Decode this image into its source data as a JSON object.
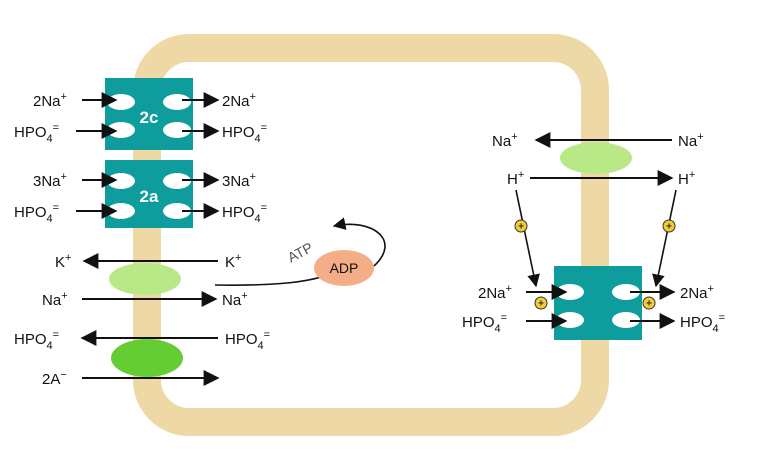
{
  "colors": {
    "membrane": "#EED9A6",
    "transporter": "#0E9C9C",
    "channel_light": "#B8E986",
    "channel_dark": "#66CC33",
    "adp_fill": "#F4AE87",
    "charge_fill": "#F2CC33"
  },
  "transporters": {
    "t2c": {
      "label": "2c",
      "left_in_1": "2Na",
      "left_in_2": "HPO",
      "right_out_1": "2Na",
      "right_out_2": "HPO"
    },
    "t2a": {
      "label": "2a",
      "left_in_1": "3Na",
      "left_in_2": "HPO",
      "right_out_1": "3Na",
      "right_out_2": "HPO"
    },
    "right": {
      "left_1": "2Na",
      "left_2": "HPO",
      "right_1": "2Na",
      "right_2": "HPO"
    }
  },
  "pump": {
    "k_out": "K",
    "k_in": "K",
    "na_in": "Na",
    "na_out": "Na",
    "atp": "ATP",
    "adp": "ADP"
  },
  "hpo_channel": {
    "left": "HPO",
    "right": "HPO"
  },
  "anion": {
    "label": "2A"
  },
  "exchanger": {
    "na_left": "Na",
    "na_right": "Na",
    "h_left": "H",
    "h_right": "H"
  },
  "glyphs": {
    "plus": "+",
    "minus": "−",
    "sub4": "4",
    "eq": "="
  },
  "icons": {
    "charge": "plus-circle-icon"
  }
}
